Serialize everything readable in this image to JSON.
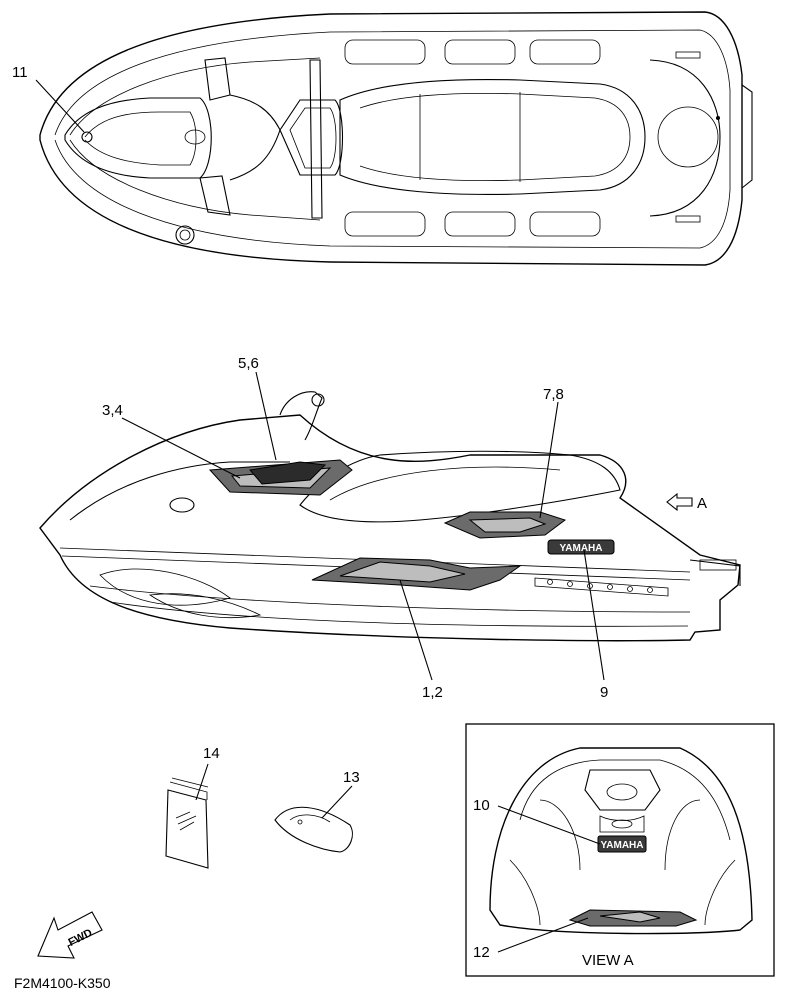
{
  "callouts": {
    "c11": "11",
    "c56": "5,6",
    "c34": "3,4",
    "c78": "7,8",
    "c12_pair": "1,2",
    "c9": "9",
    "c14": "14",
    "c13": "13",
    "c10": "10",
    "c12": "12"
  },
  "view_arrow_label": "A",
  "view_label": "VIEW A",
  "fwd_label": "FWD",
  "decal_text": {
    "yamaha_side": "YAMAHA",
    "yamaha_rear": "YAMAHA"
  },
  "drawing_code": "F2M4100-K350"
}
